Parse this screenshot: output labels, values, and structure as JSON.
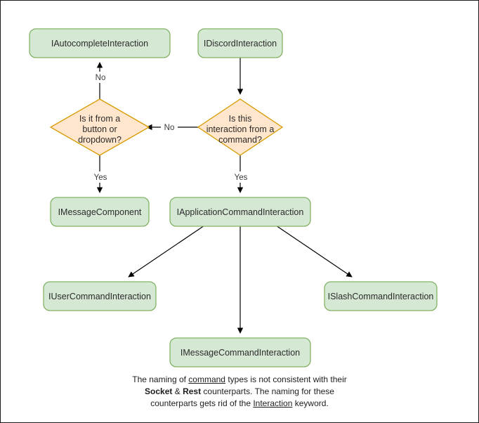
{
  "diagram": {
    "title": "Discord Interaction type hierarchy flowchart",
    "colors": {
      "box_fill": "#d5e8d4",
      "box_stroke": "#82b366",
      "diamond_fill": "#ffe6cc",
      "diamond_stroke": "#d79b00",
      "edge": "#000000",
      "text": "#2b2b2b",
      "page_border": "#1a1a1a",
      "background": "#ffffff"
    },
    "nodes": {
      "autocomplete": {
        "label": "IAutocompleteInteraction",
        "shape": "rounded-rect"
      },
      "discord": {
        "label": "IDiscordInteraction",
        "shape": "rounded-rect"
      },
      "button_or_dropdown": {
        "line1": "Is it from a",
        "line2": "button or",
        "line3": "dropdown?",
        "shape": "diamond"
      },
      "from_command": {
        "line1": "Is this",
        "line2": "interaction from a",
        "line3": "command?",
        "shape": "diamond"
      },
      "message_component": {
        "label": "IMessageComponent",
        "shape": "rounded-rect"
      },
      "application_command": {
        "label": "IApplicationCommandInteraction",
        "shape": "rounded-rect"
      },
      "user_command": {
        "label": "IUserCommandInteraction",
        "shape": "rounded-rect"
      },
      "slash_command": {
        "label": "ISlashCommandInteraction",
        "shape": "rounded-rect"
      },
      "message_command": {
        "label": "IMessageCommandInteraction",
        "shape": "rounded-rect"
      }
    },
    "edges": {
      "no_to_autocomplete": "No",
      "no_to_button_dropdown": "No",
      "yes_to_message_component": "Yes",
      "yes_to_application_command": "Yes"
    }
  },
  "caption": {
    "part1": "The naming of ",
    "underline1": "command",
    "part2": " types is not consistent with their",
    "bold1": "Socket",
    "amp": " & ",
    "bold2": "Rest",
    "part3": " counterparts. The naming for these",
    "part4": "counterparts gets rid of the ",
    "underline2": "Interaction",
    "part5": " keyword."
  }
}
